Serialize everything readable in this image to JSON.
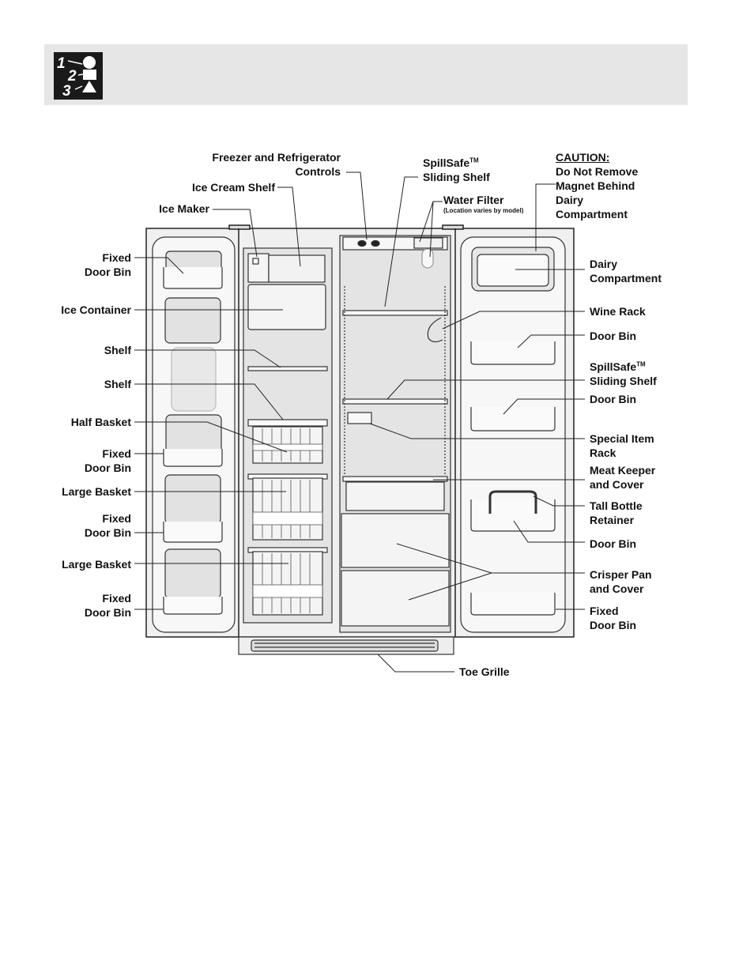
{
  "header": {
    "logo_icon": "steps-123-icon",
    "logo_digits": [
      "1",
      "2",
      "3"
    ]
  },
  "labels": {
    "freezer_refrigerator_controls": [
      "Freezer and Refrigerator",
      "Controls"
    ],
    "ice_cream_shelf": "Ice Cream Shelf",
    "ice_maker": "Ice Maker",
    "spillsafe_top": {
      "line1": "SpillSafe",
      "tm": "TM",
      "line2": "Sliding Shelf"
    },
    "water_filter": "Water Filter",
    "water_filter_note": "(Location varies by model)",
    "caution": {
      "title": "CAUTION:",
      "lines": [
        "Do Not Remove",
        "Magnet Behind",
        "Dairy",
        "Compartment"
      ]
    },
    "fixed_door_bin_1": [
      "Fixed",
      "Door Bin"
    ],
    "ice_container": "Ice Container",
    "shelf_1": "Shelf",
    "shelf_2": "Shelf",
    "half_basket": "Half Basket",
    "fixed_door_bin_2": [
      "Fixed",
      "Door Bin"
    ],
    "large_basket_1": "Large Basket",
    "fixed_door_bin_3": [
      "Fixed",
      "Door Bin"
    ],
    "large_basket_2": "Large Basket",
    "fixed_door_bin_4": [
      "Fixed",
      "Door Bin"
    ],
    "dairy_compartment": [
      "Dairy",
      "Compartment"
    ],
    "wine_rack": "Wine Rack",
    "door_bin_1": "Door Bin",
    "spillsafe_right": {
      "line1": "SpillSafe",
      "tm": "TM",
      "line2": "Sliding Shelf"
    },
    "door_bin_2": "Door Bin",
    "special_item_rack": [
      "Special Item",
      "Rack"
    ],
    "meat_keeper": [
      "Meat Keeper",
      "and Cover"
    ],
    "tall_bottle_retainer": [
      "Tall Bottle",
      "Retainer"
    ],
    "door_bin_3": "Door Bin",
    "crisper_pan": [
      "Crisper Pan",
      "and Cover"
    ],
    "fixed_door_bin_5": [
      "Fixed",
      "Door Bin"
    ],
    "toe_grille": "Toe Grille"
  }
}
